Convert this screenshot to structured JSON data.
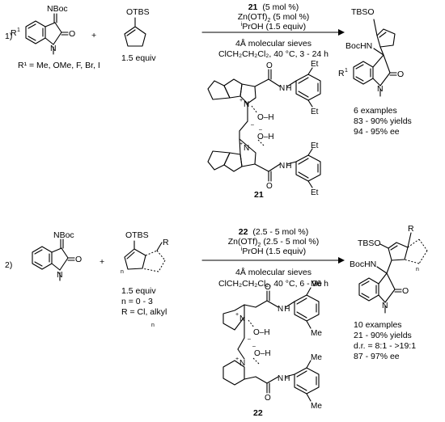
{
  "reaction1": {
    "number": "1)",
    "reactant1": {
      "imine": "NBoc",
      "carbonyl": "O",
      "nitrogen": "N",
      "substituent": "R",
      "sup": "1"
    },
    "r1_scope": "R¹ = Me, OMe, F, Br, I",
    "plus": "+",
    "reactant2": {
      "silyl_ether": "OTBS",
      "equiv": "1.5 equiv"
    },
    "conditions": {
      "catalyst_num": "21",
      "catalyst_loading": "(5 mol %)",
      "lewis_acid": "Zn(OTf)",
      "lewis_acid_sub": "2",
      "lewis_acid_loading": "(5 mol %)",
      "additive_pre": "i",
      "additive": "PrOH (1.5 equiv)",
      "sieves": "4Å molecular sieves",
      "solvent_temp": "ClCH₂CH₂Cl₂, 40 °C, 3 - 24 h"
    },
    "catalyst": {
      "label": "21",
      "et1": "Et",
      "et2": "Et",
      "et3": "Et",
      "et4": "Et",
      "o1": "O",
      "o2": "O",
      "nh1": "N",
      "h1": "H",
      "nh2": "N",
      "h2": "H",
      "n_oxide_top": "N",
      "n_oxide_bottom": "N",
      "oh_top": "O–H",
      "oh_bottom": "O–H",
      "plus": "+",
      "minus": "–"
    },
    "product": {
      "tbso": "TBSO",
      "bochn": "BocHN",
      "r": "R",
      "sup": "1",
      "carbonyl": "O",
      "nitrogen": "N",
      "examples": "6 examples",
      "yields": "83 - 90% yields",
      "ee": "94 - 95% ee"
    }
  },
  "reaction2": {
    "number": "2)",
    "reactant1": {
      "imine": "NBoc",
      "carbonyl": "O",
      "nitrogen": "N"
    },
    "plus": "+",
    "reactant2": {
      "silyl_ether": "OTBS",
      "r": "R",
      "n_sub": "n",
      "equiv": "1.5 equiv",
      "n_range": "n = 0 - 3",
      "r_scope": "R = Cl, alkyl",
      "n_note": "n"
    },
    "conditions": {
      "catalyst_num": "22",
      "catalyst_loading": "(2.5 - 5 mol %)",
      "lewis_acid": "Zn(OTf)",
      "lewis_acid_sub": "2",
      "lewis_acid_loading": "(2.5 - 5 mol %)",
      "additive_pre": "i",
      "additive": "PrOH (1.5 equiv)",
      "sieves": "4Å molecular sieves",
      "solvent_temp": "ClCH₂CH₂Cl₂, 40 °C, 6 - 96 h"
    },
    "catalyst": {
      "label": "22",
      "me1": "Me",
      "me2": "Me",
      "me3": "Me",
      "me4": "Me",
      "o1": "O",
      "o2": "O",
      "nh1": "N",
      "h1": "H",
      "nh2": "N",
      "h2": "H",
      "n_oxide_top": "N",
      "n_oxide_bottom": "N",
      "oh_top": "O–H",
      "oh_bottom": "O–H",
      "plus": "+",
      "minus": "–"
    },
    "product": {
      "tbso": "TBSO",
      "bochn": "BocHN",
      "r": "R",
      "n_sub": "n",
      "carbonyl": "O",
      "nitrogen": "N",
      "examples": "10 examples",
      "yields": "21 - 90% yields",
      "dr": "d.r. = 8:1 - >19:1",
      "ee": "87 - 97% ee"
    }
  }
}
